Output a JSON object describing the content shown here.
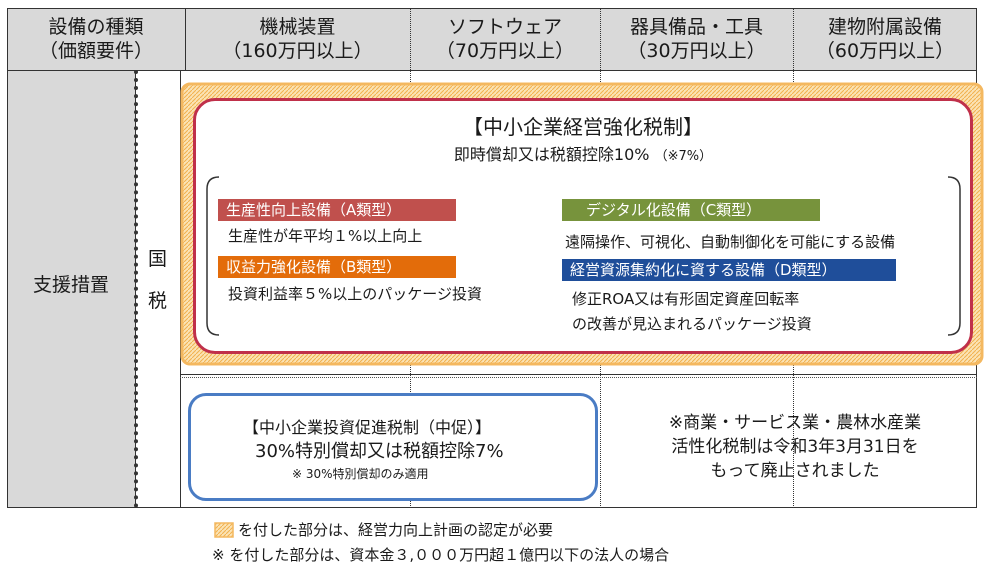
{
  "header": {
    "col0_line1": "設備の種類",
    "col0_line2": "（価額要件）",
    "cols": [
      {
        "line1": "機械装置",
        "line2": "（160万円以上）"
      },
      {
        "line1": "ソフトウェア",
        "line2": "（70万円以上）"
      },
      {
        "line1": "器具備品・工具",
        "line2": "（30万円以上）"
      },
      {
        "line1": "建物附属設備",
        "line2": "（60万円以上）"
      }
    ]
  },
  "rows": {
    "support_label": "支援措置",
    "national_tax_1": "国",
    "national_tax_2": "税"
  },
  "chusho_keiei": {
    "title": "【中小企業経営強化税制】",
    "subtitle": "即時償却又は税額控除10%",
    "subtitle_note": "（※7%）",
    "cat_a": "生産性向上設備（A類型）",
    "desc_a": "生産性が年平均１%以上向上",
    "cat_b": "収益力強化設備（B類型）",
    "desc_b": "投資利益率５%以上のパッケージ投資",
    "cat_c": "デジタル化設備（C類型）",
    "desc_c": "遠隔操作、可視化、自動制御化を可能にする設備",
    "cat_d": "経営資源集約化に資する設備（D類型）",
    "desc_d1": "修正ROA又は有形固定資産回転率",
    "desc_d2": "の改善が見込まれるパッケージ投資"
  },
  "chusho_toshi": {
    "title": "【中小企業投資促進税制（中促）】",
    "body": "30%特別償却又は税額控除7%",
    "note": "※ 30%特別償却のみ適用"
  },
  "abolished": {
    "line1": "※商業・サービス業・農林水産業",
    "line2": "活性化税制は令和3年3月31日を",
    "line3": "もって廃止されました"
  },
  "footnotes": {
    "line1": "を付した部分は、経営力向上計画の認定が必要",
    "line2": "※ を付した部分は、資本金３,０００万円超１億円以下の法人の場合"
  },
  "colors": {
    "cat_a": "#c0504d",
    "cat_b": "#e36c0a",
    "cat_c": "#77933c",
    "cat_d": "#1f4e9a",
    "red_frame": "#c0304a",
    "blue_frame": "#4a7cc4",
    "hatch": "#f7c26e"
  }
}
